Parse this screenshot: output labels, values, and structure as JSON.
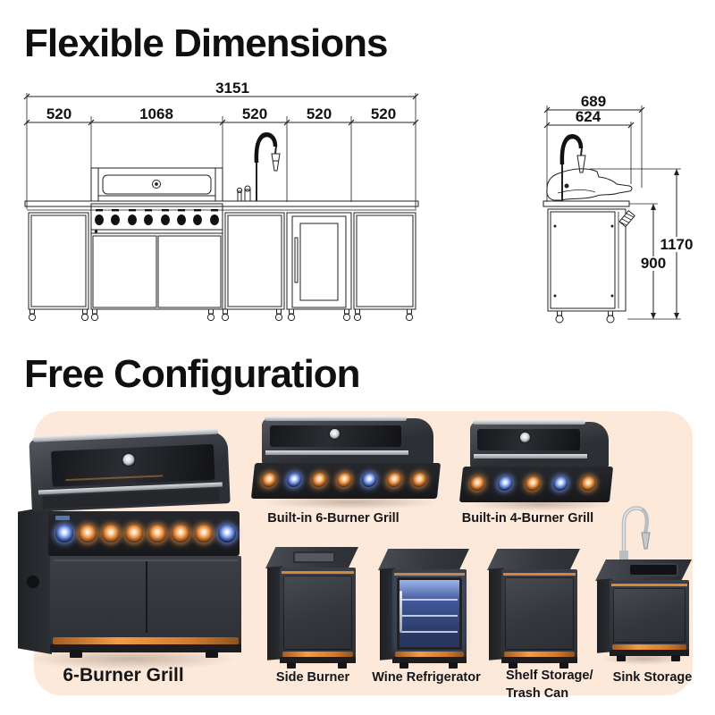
{
  "titles": {
    "section1": "Flexible Dimensions",
    "section2": "Free Configuration"
  },
  "dims": {
    "front": {
      "total": "3151",
      "segments": [
        "520",
        "1068",
        "520",
        "520",
        "520"
      ]
    },
    "side": {
      "outer_width": "689",
      "inner_width": "624",
      "total_height": "1170",
      "counter_height": "900"
    }
  },
  "products": {
    "grill6": {
      "label": "6-Burner Grill"
    },
    "builtin6": {
      "label": "Built-in 6-Burner Grill"
    },
    "builtin4": {
      "label": "Built-in 4-Burner Grill"
    },
    "side_burner": {
      "label": "Side Burner"
    },
    "wine_fridge": {
      "label": "Wine Refrigerator"
    },
    "shelf_storage": {
      "label_line1": "Shelf Storage/",
      "label_line2": "Trash Can"
    },
    "sink_storage": {
      "label": "Sink Storage"
    }
  },
  "colors": {
    "panel_bg": "#fce9da",
    "accent_orange": "#e0863a",
    "cabinet_dark": "#34373c",
    "knob_blue": "#7d9ff0",
    "knob_orange": "#f09a4a",
    "fridge_glow": "#4a6fae",
    "drawing_line": "#222222",
    "text": "#111111"
  }
}
